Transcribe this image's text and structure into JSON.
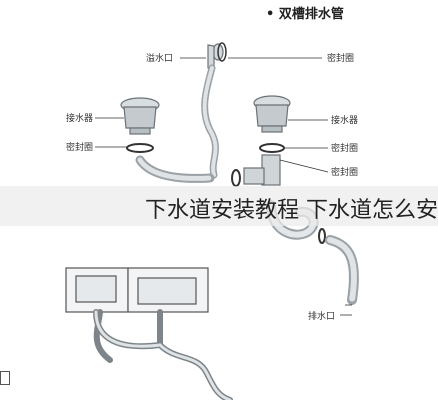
{
  "title": "• 双槽排水管",
  "labels": {
    "overflow_port": "溢水口",
    "seal_top_right": "密封圈",
    "strainer_left": "接水器",
    "seal_left": "密封圈",
    "strainer_right": "接水器",
    "seal_right": "密封圈",
    "seal_mid_right": "密封圈",
    "drain_outlet": "排水口"
  },
  "banner": {
    "text": "下水道安装教程 下水道怎么安"
  },
  "colors": {
    "fitting": "#c9cfd3",
    "stroke": "#6a7278",
    "label_line": "#333333",
    "banner_bg": "#ebebeb"
  }
}
